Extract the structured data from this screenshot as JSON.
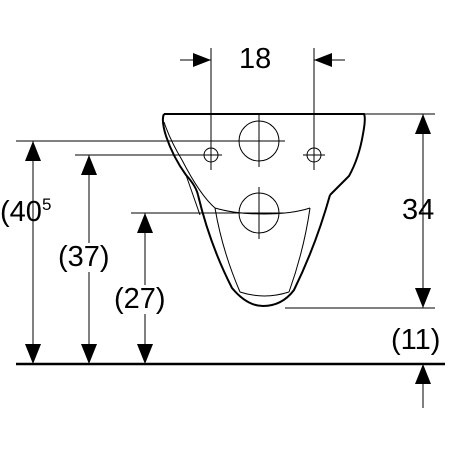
{
  "dimensions": {
    "outlet_spacing": "18",
    "bowl_height": "34",
    "top_height_main": "40",
    "top_height_sup": "5",
    "outlet_height": "(37)",
    "inlet_height": "(27)",
    "floor_gap": "(11)"
  },
  "colors": {
    "line": "#000000",
    "background": "#ffffff"
  }
}
